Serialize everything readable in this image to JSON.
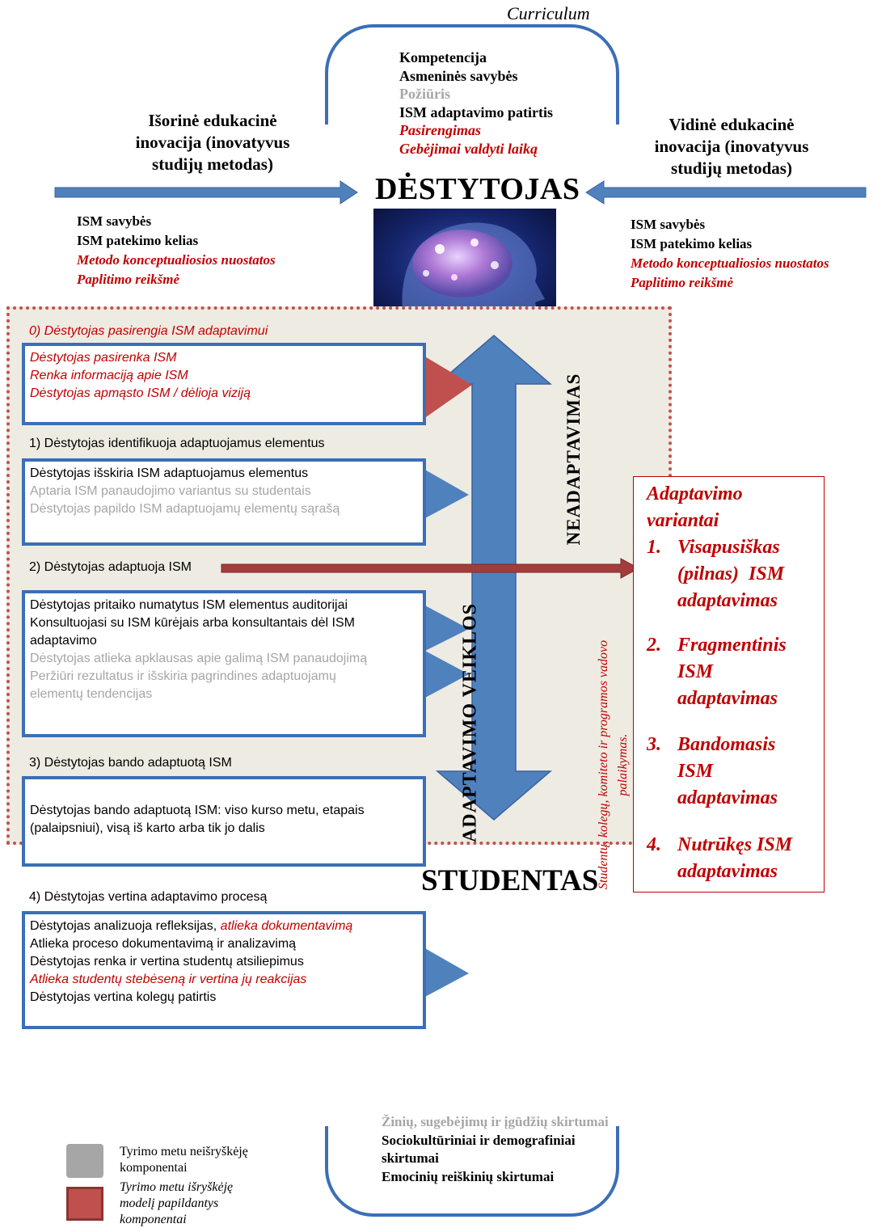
{
  "top": {
    "curriculum": "Curriculum",
    "teacher_items": [
      {
        "text": "Kompetencija",
        "style": "black"
      },
      {
        "text": "Asmeninės savybės",
        "style": "black"
      },
      {
        "text": "Požiūris",
        "style": "grey"
      },
      {
        "text": "ISM adaptavimo patirtis",
        "style": "black"
      },
      {
        "text": "Pasirengimas",
        "style": "red"
      },
      {
        "text": "Gebėjimai valdyti laiką",
        "style": "red"
      }
    ],
    "title": "DĖSTYTOJAS"
  },
  "external": {
    "heading": [
      "Išorinė edukacinė",
      "inovacija (inovatyvus",
      "studijų metodas)"
    ],
    "items": [
      {
        "text": "ISM savybės",
        "style": "black"
      },
      {
        "text": "ISM patekimo kelias",
        "style": "black"
      },
      {
        "text": "Metodo konceptualiosios nuostatos",
        "style": "red"
      },
      {
        "text": "Paplitimo reikšmė",
        "style": "red"
      }
    ]
  },
  "internal": {
    "heading": [
      "Vidinė edukacinė",
      "inovacija (inovatyvus",
      "studijų metodas)"
    ],
    "items": [
      {
        "text": "ISM savybės",
        "style": "black"
      },
      {
        "text": "ISM patekimo kelias",
        "style": "black"
      },
      {
        "text": "Metodo konceptualiosios nuostatos",
        "style": "red"
      },
      {
        "text": "Paplitimo reikšmė",
        "style": "red"
      }
    ]
  },
  "steps": [
    {
      "label": "0) Dėstytojas pasirengia ISM adaptavimui",
      "label_style": "red-italic",
      "items": [
        {
          "text": "Dėstytojas pasirenka ISM",
          "style": "red-italic"
        },
        {
          "text": "Renka informaciją apie ISM",
          "style": "red-italic"
        },
        {
          "text": "Dėstytojas apmąsto ISM / dėlioja viziją",
          "style": "red-italic"
        }
      ]
    },
    {
      "label": "1) Dėstytojas identifikuoja adaptuojamus elementus",
      "label_style": "black",
      "items": [
        {
          "text": "Dėstytojas išskiria ISM adaptuojamus elementus",
          "style": "black"
        },
        {
          "text": "Aptaria ISM panaudojimo variantus su studentais",
          "style": "grey"
        },
        {
          "text": "Dėstytojas papildo ISM adaptuojamų elementų sąrašą",
          "style": "grey"
        }
      ]
    },
    {
      "label": "2) Dėstytojas adaptuoja ISM",
      "label_style": "black",
      "items": [
        {
          "text": "Dėstytojas pritaiko numatytus ISM elementus auditorijai",
          "style": "black"
        },
        {
          "text": "Konsultuojasi su ISM kūrėjais arba konsultantais dėl ISM",
          "style": "black"
        },
        {
          "text": "adaptavimo",
          "style": "black"
        },
        {
          "text": "Dėstytojas atlieka apklausas apie galimą ISM panaudojimą",
          "style": "grey"
        },
        {
          "text": "Peržiūri rezultatus ir išskiria pagrindines adaptuojamų",
          "style": "grey"
        },
        {
          "text": "elementų tendencijas",
          "style": "grey"
        }
      ]
    },
    {
      "label": "3) Dėstytojas bando adaptuotą ISM",
      "label_style": "black",
      "items": [
        {
          "text": "Dėstytojas bando adaptuotą ISM: viso kurso metu, etapais",
          "style": "black"
        },
        {
          "text": "(palaipsniui), visą iš karto arba tik jo dalis",
          "style": "black"
        }
      ]
    },
    {
      "label": "4) Dėstytojas vertina adaptavimo procesą",
      "label_style": "black",
      "items": [
        {
          "text": "Dėstytojas analizuoja refleksijas, ",
          "style": "black",
          "suffix": "atlieka dokumentavimą"
        },
        {
          "text": "Atlieka proceso dokumentavimą ir analizavimą",
          "style": "black"
        },
        {
          "text": "Dėstytojas renka ir vertina studentų atsiliepimus",
          "style": "black"
        },
        {
          "text": "Atlieka studentų stebėseną ir vertina jų reakcijas",
          "style": "red-italic"
        },
        {
          "text": "Dėstytojas vertina kolegų patirtis",
          "style": "black"
        }
      ]
    }
  ],
  "vertical": {
    "non_adaptation": "NEADAPTAVIMAS",
    "adaptation": "ADAPTAVIMO VEIKLOS",
    "support_line1": "Studentų, kolegų, komiteto ir programos vadovo",
    "support_line2": "palaikymas."
  },
  "variants": {
    "heading": [
      "Adaptavimo",
      "variantai"
    ],
    "items": [
      {
        "num": "1.",
        "lines": [
          "Visapusiškas",
          "(pilnas)  ISM",
          "adaptavimas"
        ]
      },
      {
        "num": "2.",
        "lines": [
          "Fragmentinis",
          "ISM",
          "adaptavimas"
        ]
      },
      {
        "num": "3.",
        "lines": [
          "Bandomasis",
          "ISM",
          "adaptavimas"
        ]
      },
      {
        "num": "4.",
        "lines": [
          "Nutrūkęs ISM",
          "adaptavimas"
        ]
      }
    ]
  },
  "bottom": {
    "title": "STUDENTAS",
    "items": [
      {
        "text": "Žinių, sugebėjimų ir įgūdžių skirtumai",
        "style": "grey"
      },
      {
        "text": "Sociokultūriniai ir demografiniai",
        "style": "black"
      },
      {
        "text": "skirtumai",
        "style": "black"
      },
      {
        "text": "Emocinių reiškinių skirtumai",
        "style": "black"
      }
    ]
  },
  "legend": {
    "grey": [
      "Tyrimo metu neišryškėję",
      "komponentai"
    ],
    "red": [
      "Tyrimo metu išryškėję",
      "modelį papildantys",
      "komponentai"
    ]
  },
  "colors": {
    "blue": "#3b6fb6",
    "arrow_blue": "#4f81bd",
    "red": "#c00000",
    "dark_red": "#a33c3a",
    "frame": "#c0504d",
    "grey": "#a6a6a6",
    "panel": "#eeebe3"
  }
}
